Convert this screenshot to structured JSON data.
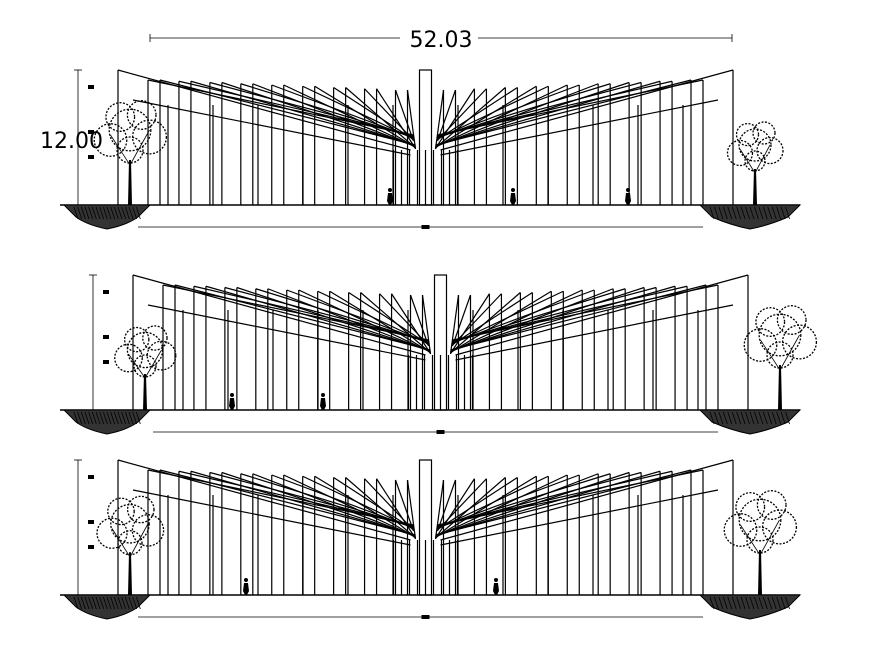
{
  "drawing": {
    "overall_width_label": "52.03",
    "height_label": "12.00",
    "line_color": "#000000",
    "background_color": "#ffffff"
  },
  "elevations": [
    {
      "id": "elevation-1"
    },
    {
      "id": "elevation-2"
    },
    {
      "id": "elevation-3"
    }
  ]
}
